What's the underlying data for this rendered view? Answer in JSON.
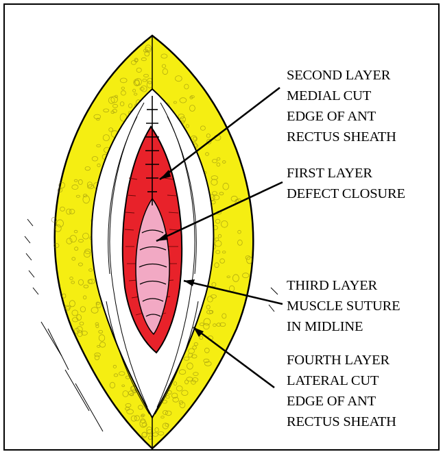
{
  "labels": {
    "second": [
      "SECOND LAYER",
      "MEDIAL CUT",
      "EDGE OF ANT",
      "RECTUS SHEATH"
    ],
    "first": [
      "FIRST LAYER",
      "DEFECT CLOSURE"
    ],
    "third": [
      "THIRD LAYER",
      "MUSCLE SUTURE",
      "IN MIDLINE"
    ],
    "fourth": [
      "FOURTH LAYER",
      "LATERAL CUT",
      "EDGE OF ANT",
      "RECTUS SHEATH"
    ]
  },
  "colors": {
    "fat": "#f5ee12",
    "muscle": "#e8222a",
    "defect": "#f2a9c4",
    "sheath": "#ffffff",
    "outline": "#000000"
  }
}
